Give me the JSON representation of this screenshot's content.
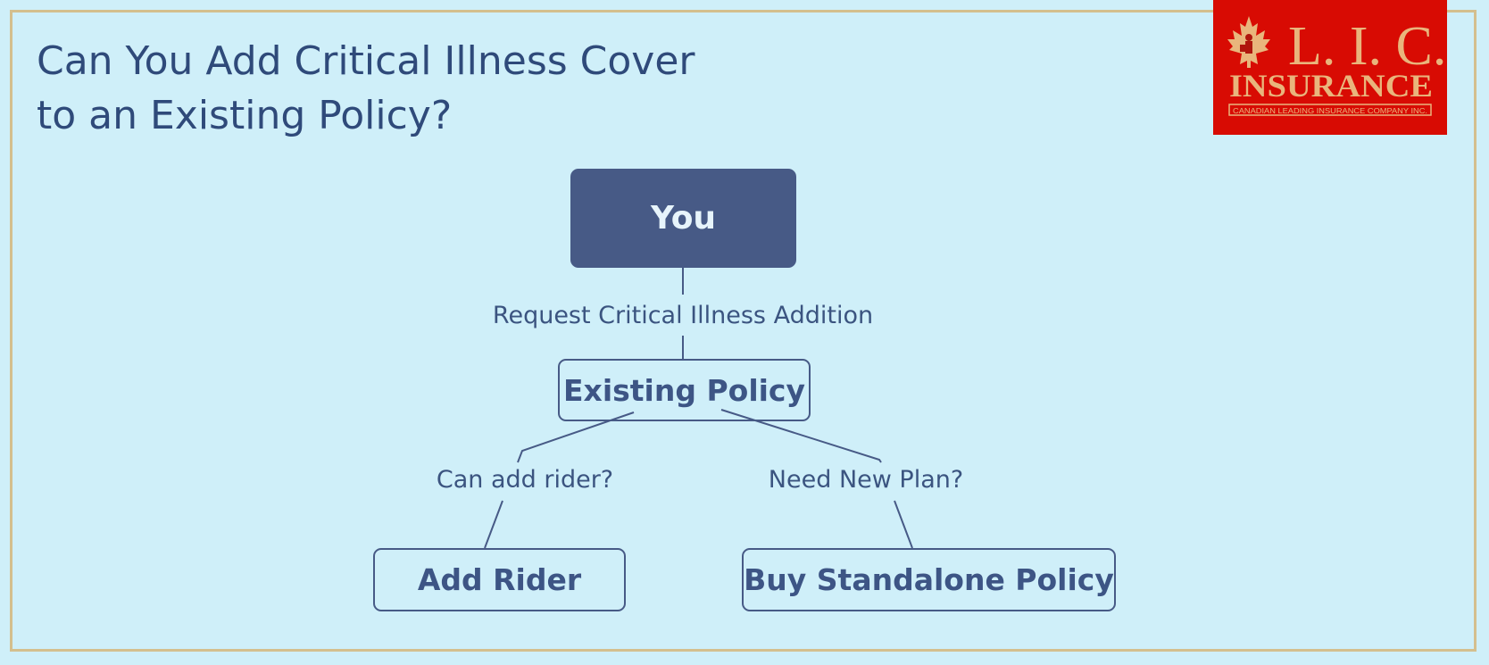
{
  "title": {
    "line1": "Can You Add Critical Illness Cover",
    "line2": "to an Existing Policy?"
  },
  "logo": {
    "line1": "L. I. C.",
    "line2": "INSURANCE",
    "tagline": "CANADIAN LEADING INSURANCE COMPANY INC."
  },
  "nodes": {
    "you": "You",
    "existing_policy": "Existing Policy",
    "add_rider": "Add Rider",
    "buy_standalone": "Buy Standalone Policy"
  },
  "edges": {
    "request": "Request Critical Illness Addition",
    "can_add_rider": "Can add rider?",
    "need_new_plan": "Need New Plan?"
  },
  "colors": {
    "background": "#cfeff9",
    "frame": "#d4bf8e",
    "node_fill": "#475a86",
    "text": "#2f4a7a",
    "logo_red": "#d80b03",
    "logo_gold": "#e9b57c"
  }
}
